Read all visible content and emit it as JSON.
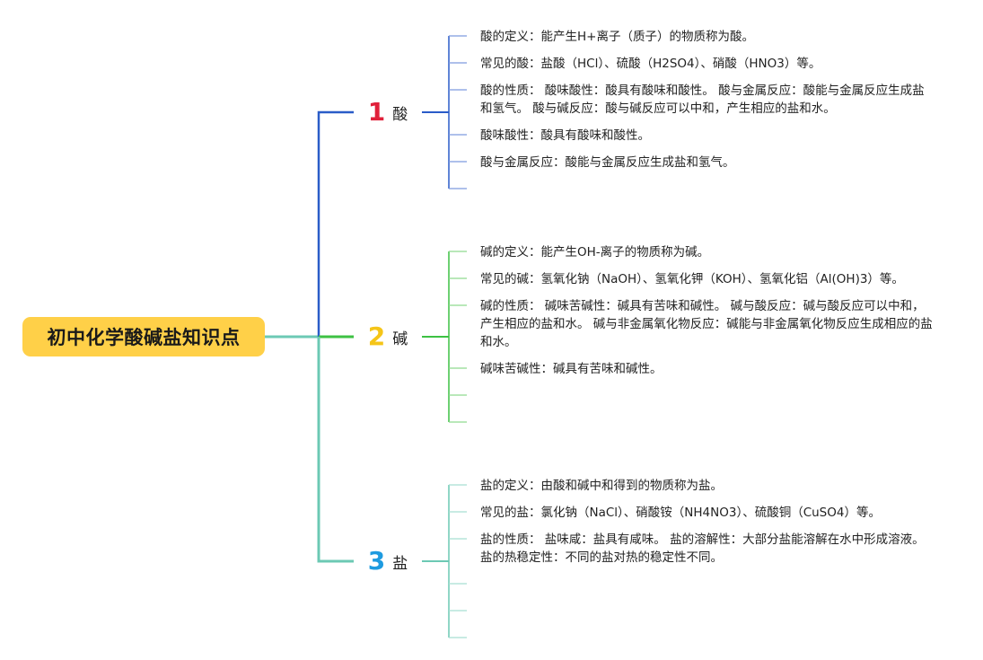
{
  "root": {
    "label": "初中化学酸碱盐知识点"
  },
  "branches": [
    {
      "number": "1",
      "label": "酸",
      "number_color": "#E0203A",
      "line_color": "#2A5CC8",
      "leaf_color": "#7E9BDF",
      "items": [
        "酸的定义：能产生H+离子（质子）的物质称为酸。",
        "常见的酸：盐酸（HCl）、硫酸（H2SO4）、硝酸（HNO3）等。",
        "酸的性质： 酸味酸性：酸具有酸味和酸性。 酸与金属反应：酸能与金属反应生成盐和氢气。 酸与碱反应：酸与碱反应可以中和，产生相应的盐和水。",
        "酸味酸性：酸具有酸味和酸性。",
        "酸与金属反应：酸能与金属反应生成盐和氢气。",
        ""
      ]
    },
    {
      "number": "2",
      "label": "碱",
      "number_color": "#F5C518",
      "line_color": "#3DC143",
      "leaf_color": "#8FD98F",
      "items": [
        "碱的定义：能产生OH-离子的物质称为碱。",
        "常见的碱：氢氧化钠（NaOH）、氢氧化钾（KOH）、氢氧化铝（Al(OH)3）等。",
        "碱的性质： 碱味苦碱性：碱具有苦味和碱性。 碱与酸反应：碱与酸反应可以中和，产生相应的盐和水。 碱与非金属氧化物反应：碱能与非金属氧化物反应生成相应的盐和水。",
        "碱味苦碱性：碱具有苦味和碱性。",
        "",
        ""
      ]
    },
    {
      "number": "3",
      "label": "盐",
      "number_color": "#1E9BE0",
      "line_color": "#6CC9B4",
      "leaf_color": "#A8DFD2",
      "items": [
        "盐的定义：由酸和碱中和得到的物质称为盐。",
        "常见的盐：氯化钠（NaCl）、硝酸铵（NH4NO3）、硫酸铜（CuSO4）等。",
        "盐的性质： 盐味咸：盐具有咸味。 盐的溶解性：大部分盐能溶解在水中形成溶液。 盐的热稳定性：不同的盐对热的稳定性不同。",
        "",
        "",
        ""
      ]
    }
  ],
  "colors": {
    "root_bg": "#FFD048",
    "root_line": "#6CC9B4"
  }
}
